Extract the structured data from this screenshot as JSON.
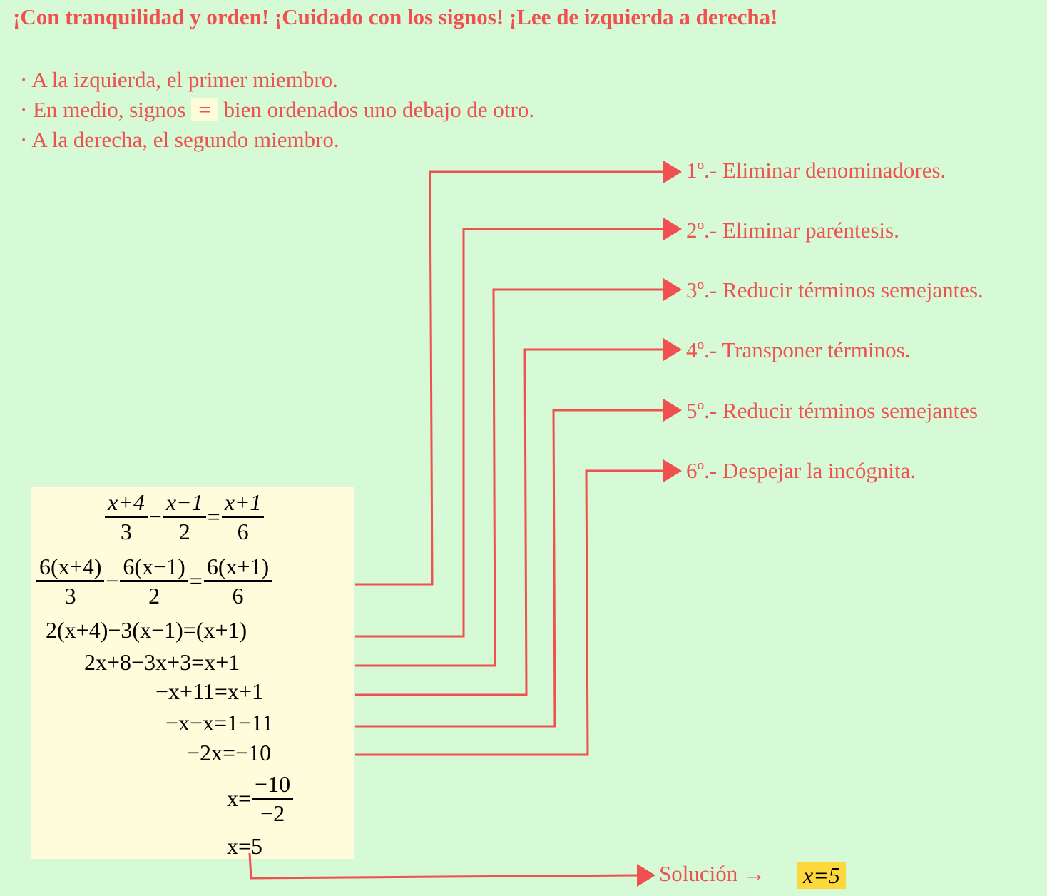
{
  "title": "¡Con tranquilidad y orden! ¡Cuidado con los signos! ¡Lee de izquierda a derecha!",
  "bullets": {
    "b1": "· A la izquierda, el primer miembro.",
    "b2a": "· En medio, signos",
    "b2eq": "=",
    "b2b": "bien ordenados uno debajo de otro.",
    "b3": "· A la derecha, el segundo miembro."
  },
  "steps": [
    "1º.- Eliminar denominadores.",
    "2º.- Eliminar paréntesis.",
    "3º.- Reducir términos semejantes.",
    "4º.- Transponer términos.",
    "5º.- Reducir términos semejantes",
    "6º.- Despejar la incógnita."
  ],
  "eq": {
    "r1": {
      "n1": "x+4",
      "d1": "3",
      "op1": "−",
      "n2": "x−1",
      "d2": "2",
      "eq": "=",
      "n3": "x+1",
      "d3": "6"
    },
    "r2": {
      "n1": "6(x+4)",
      "d1": "3",
      "op1": "−",
      "n2": "6(x−1)",
      "d2": "2",
      "eq": "=",
      "n3": "6(x+1)",
      "d3": "6"
    },
    "r3": "2(x+4)−3(x−1)=(x+1)",
    "r4": "2x+8−3x+3=x+1",
    "r5": "−x+11=x+1",
    "r6": "−x−x=1−11",
    "r7": "−2x=−10",
    "r8": {
      "lhs": "x=",
      "n": "−10",
      "d": "−2"
    },
    "r9": "x=5"
  },
  "solution": {
    "label": "Solución →",
    "value": "x=5"
  },
  "colors": {
    "background": "#d5fad5",
    "accent": "#f05050",
    "box": "#fffcdc",
    "highlight": "#fdd73b"
  }
}
